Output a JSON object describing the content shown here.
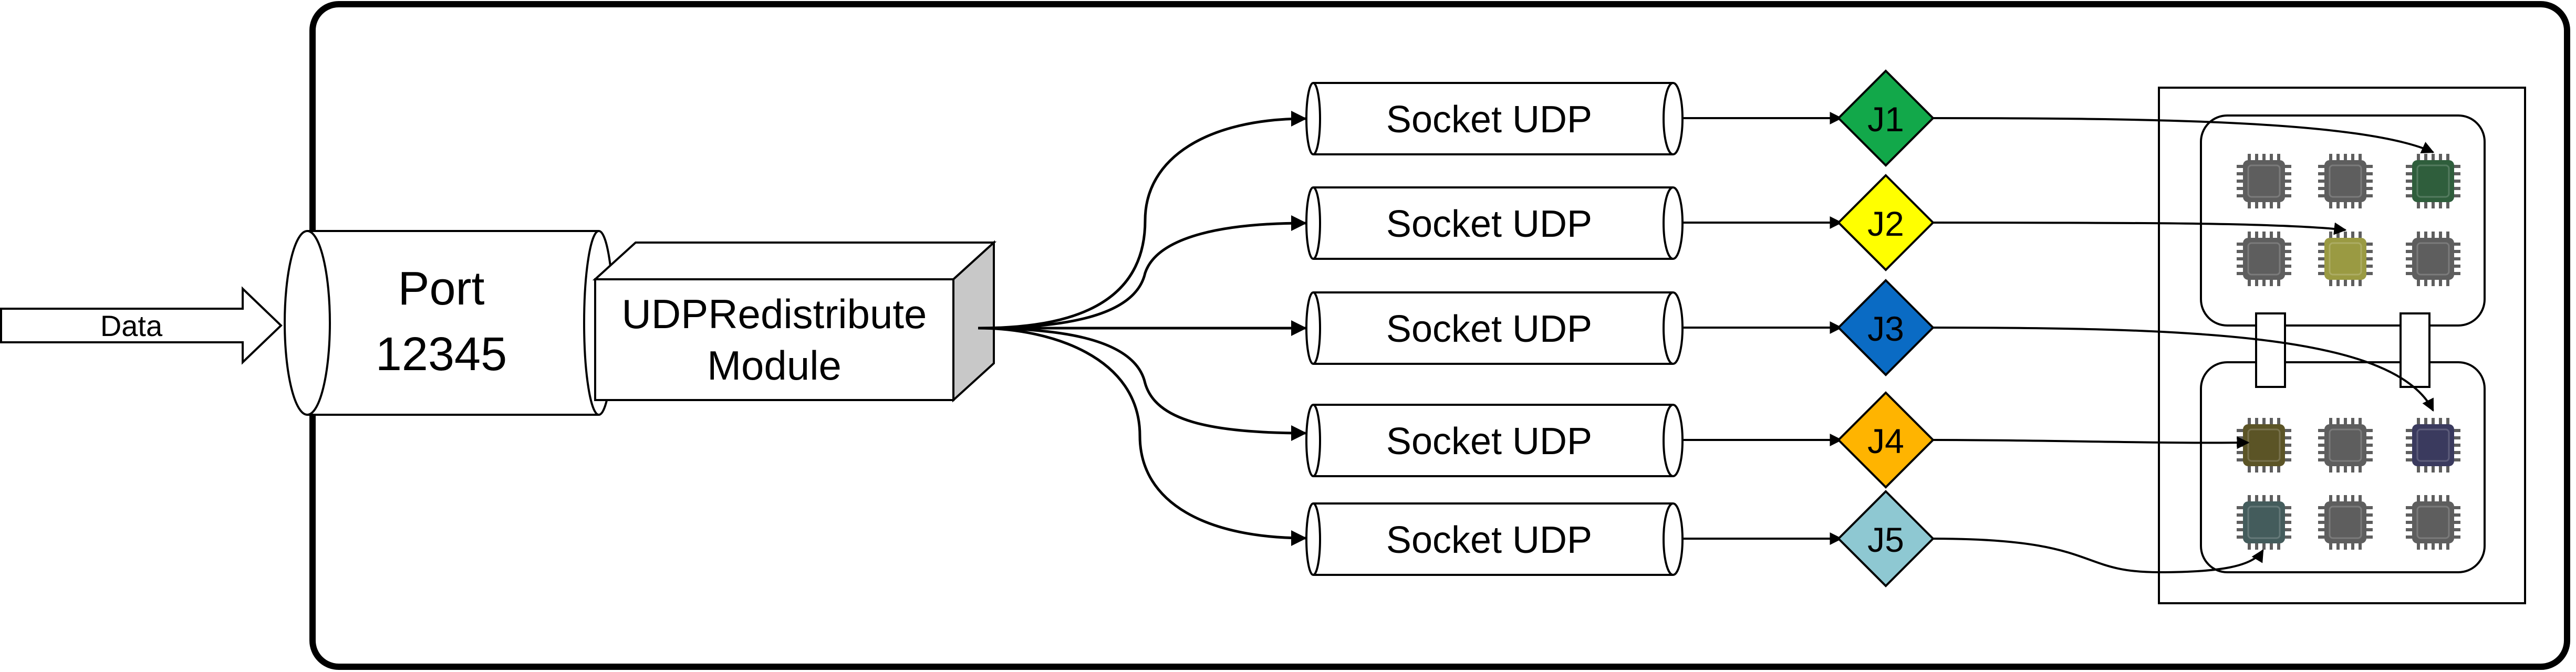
{
  "input": {
    "label": "Data"
  },
  "port": {
    "line1": "Port",
    "line2": "12345"
  },
  "module": {
    "line1": "UDPRedistribute",
    "line2": "Module"
  },
  "sockets": [
    {
      "label": "Socket UDP"
    },
    {
      "label": "Socket UDP"
    },
    {
      "label": "Socket UDP"
    },
    {
      "label": "Socket UDP"
    },
    {
      "label": "Socket UDP"
    }
  ],
  "jobs": [
    {
      "label": "J1",
      "color": "#12a84a"
    },
    {
      "label": "J2",
      "color": "#ffff00"
    },
    {
      "label": "J3",
      "color": "#0a6bc4"
    },
    {
      "label": "J4",
      "color": "#ffb400"
    },
    {
      "label": "J5",
      "color": "#8ec8d2"
    }
  ],
  "chip_colors": {
    "idle": "#5e5e5e",
    "top_right_upper": "#2f5e3c",
    "top_middle_lower": "#9a9a42",
    "bottom_left_upper": "#5b5426",
    "bottom_right_upper": "#3a3a5e",
    "bottom_left_lower": "#445c5c"
  }
}
